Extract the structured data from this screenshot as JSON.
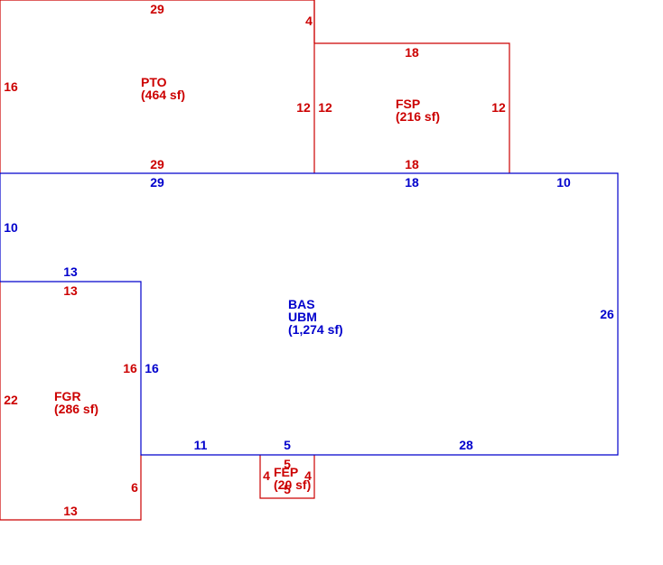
{
  "colors": {
    "red": "#cc0000",
    "blue": "#0000cc"
  },
  "areas": {
    "pto": {
      "code": "PTO",
      "area": "(464 sf)"
    },
    "fsp": {
      "code": "FSP",
      "area": "(216 sf)"
    },
    "bas": {
      "code": "BAS",
      "code2": "UBM",
      "area": "(1,274 sf)"
    },
    "fgr": {
      "code": "FGR",
      "area": "(286 sf)"
    },
    "fep": {
      "code": "FEP",
      "area": "(20 sf)"
    }
  },
  "dimensions": {
    "pto_top": "29",
    "pto_right_notch": "4",
    "pto_left": "16",
    "pto_right": "12",
    "pto_bottom": "29",
    "fsp_top": "18",
    "fsp_left": "12",
    "fsp_right": "12",
    "fsp_bottom": "18",
    "bas_top_left": "29",
    "bas_top_mid": "18",
    "bas_top_right": "10",
    "bas_left": "10",
    "bas_step": "13",
    "bas_right": "26",
    "bas_inner": "16",
    "bas_bottom_left": "11",
    "bas_bottom_mid": "5",
    "bas_bottom_right": "28",
    "fgr_top": "13",
    "fgr_right": "16",
    "fgr_left": "22",
    "fgr_right_low": "6",
    "fgr_bottom": "13",
    "fep_top": "5",
    "fep_left": "4",
    "fep_right": "4",
    "fep_bottom": "5"
  }
}
